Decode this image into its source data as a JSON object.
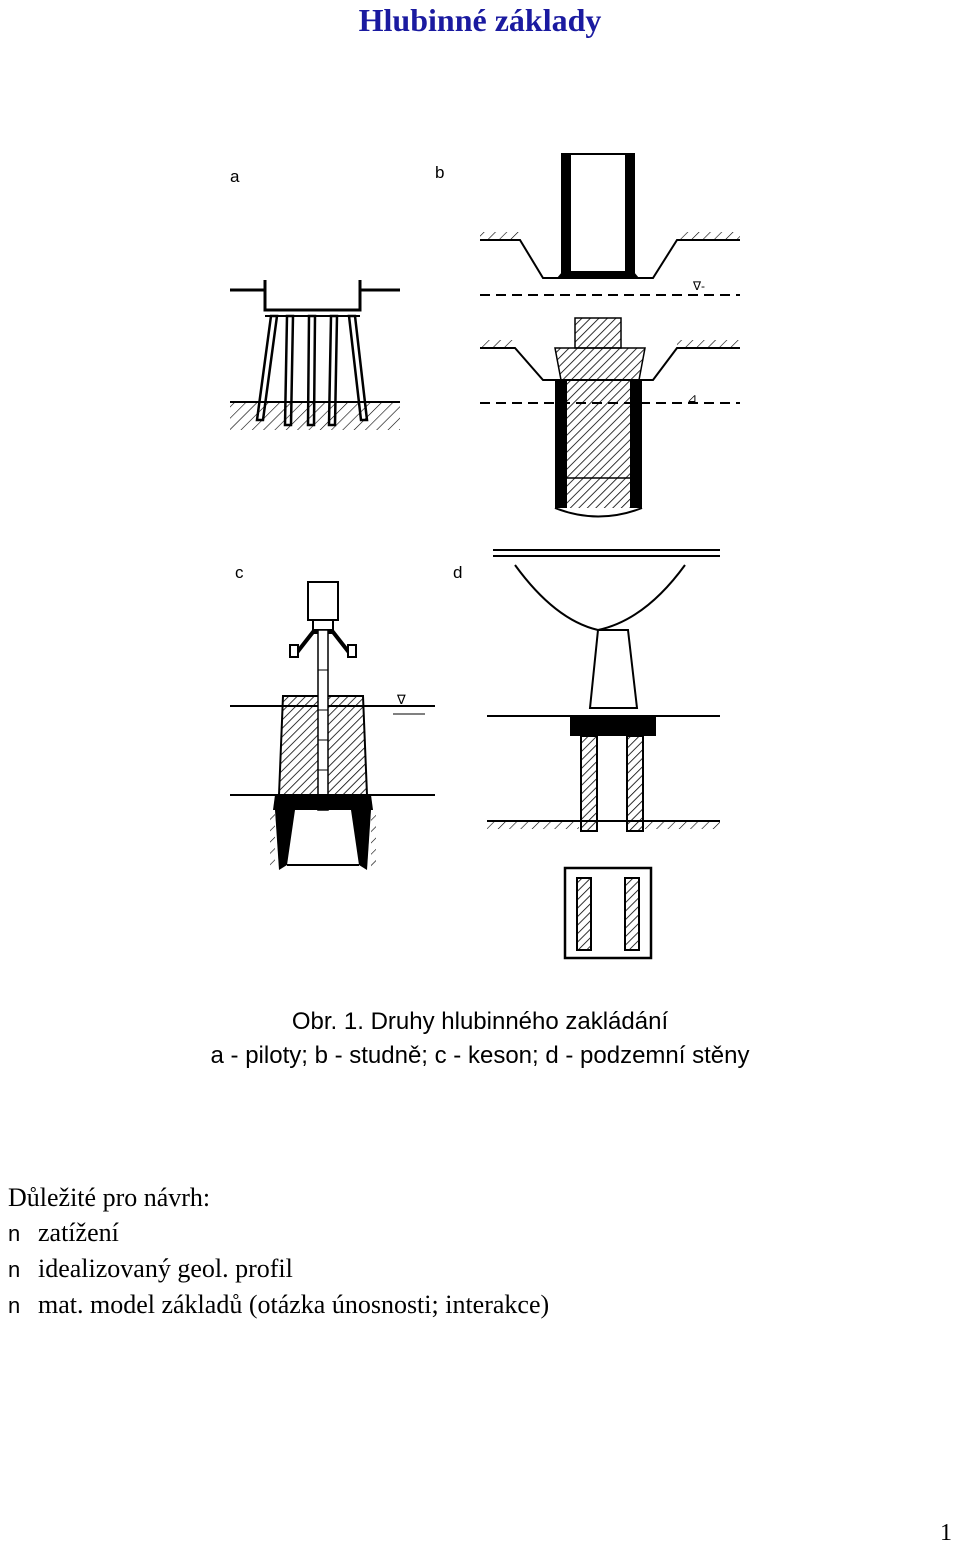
{
  "page": {
    "title": "Hlubinné základy",
    "page_number": "1"
  },
  "figure": {
    "labels": [
      "a",
      "b",
      "c",
      "d"
    ]
  },
  "caption": {
    "line1": "Obr. 1. Druhy hlubinného zakládání",
    "line2": "a - piloty; b - studně; c - keson; d - podzemní stěny"
  },
  "notes": {
    "heading": "Důležité pro návrh:",
    "bullet_symbol": "n",
    "items": [
      "zatížení",
      "idealizovaný geol. profil",
      "mat. model základů (otázka únosnosti; interakce)"
    ]
  }
}
